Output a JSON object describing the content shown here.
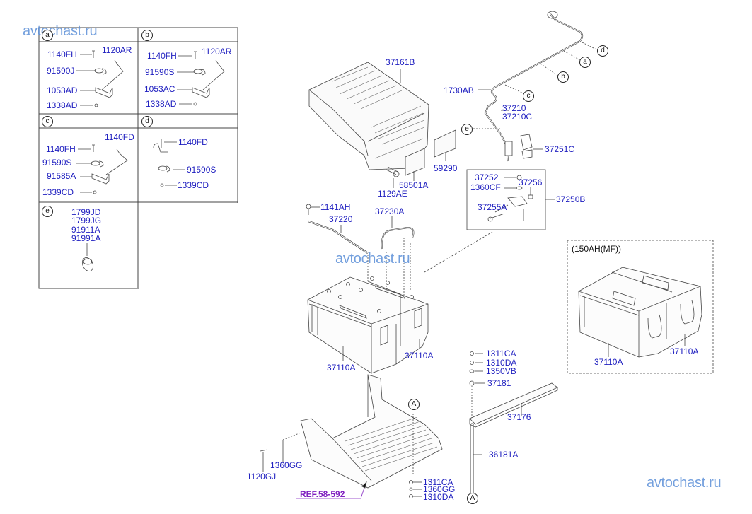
{
  "watermarks": [
    "avtochast.ru",
    "avtochast.ru",
    "avtochast.ru"
  ],
  "legend_table": {
    "cells": [
      {
        "id": "a",
        "labels": [
          "1140FH",
          "1120AR",
          "91590J",
          "1053AD",
          "1338AD"
        ]
      },
      {
        "id": "b",
        "labels": [
          "1140FH",
          "1120AR",
          "91590S",
          "1053AC",
          "1338AD"
        ]
      },
      {
        "id": "c",
        "labels": [
          "1140FD",
          "1140FH",
          "91590S",
          "91585A",
          "1339CD"
        ]
      },
      {
        "id": "d",
        "labels": [
          "1140FD",
          "91590S",
          "1339CD"
        ]
      },
      {
        "id": "e",
        "labels": [
          "1799JD",
          "1799JG",
          "91911A",
          "91991A"
        ]
      }
    ]
  },
  "main": {
    "cover": {
      "part": "37161B",
      "bolt": "1129AE",
      "label1": "58501A",
      "label2": "59290"
    },
    "cable": {
      "clip": "1730AB",
      "part1": "37210",
      "part2": "37210C",
      "cap": "37251C",
      "callouts": [
        "d",
        "a",
        "b",
        "c",
        "e"
      ]
    },
    "terminal_box": {
      "assembly": "37250B",
      "nut": "37252",
      "washer": "1360CF",
      "nut2": "37256",
      "bolt": "37255A"
    },
    "cable2": {
      "bolt": "1141AH",
      "part": "37220",
      "jumper": "37230A"
    },
    "batteries": {
      "left": "37110A",
      "right": "37110A"
    },
    "alt_battery": {
      "title": "(150AH(MF))",
      "left": "37110A",
      "right": "37110A"
    },
    "hold_down": {
      "nut1": "1311CA",
      "nut2": "1310DA",
      "washer": "1350VB",
      "part": "37181",
      "bracket": "37176",
      "rod": "36181A",
      "ref_marker": "A"
    },
    "tray": {
      "bolt": "1120GJ",
      "washer": "1360GG",
      "nut1": "1311CA",
      "washer2": "1360GG",
      "nut2": "1310DA",
      "ref": "REF.58-592",
      "ref_marker": "A"
    }
  }
}
